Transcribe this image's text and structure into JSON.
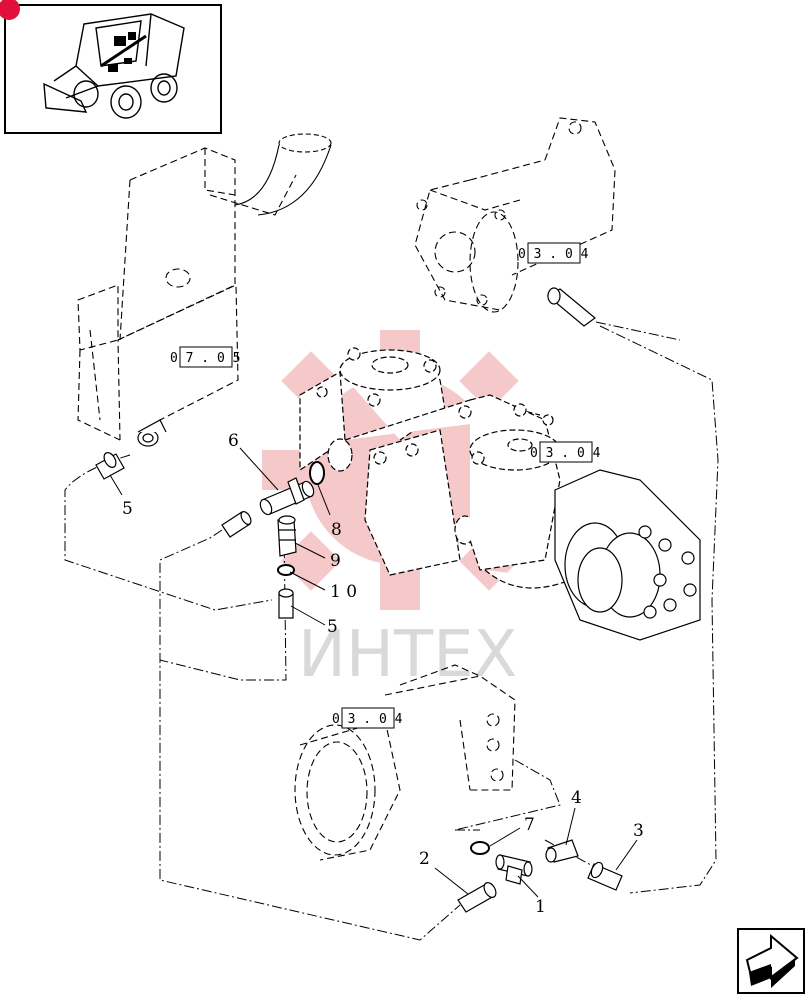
{
  "callouts": [
    "1",
    "2",
    "3",
    "4",
    "5",
    "5",
    "6",
    "7",
    "8",
    "9",
    "1 0"
  ],
  "refs": [
    "0 3 . 0 4",
    "0 7 . 0 5",
    "0 3 . 0 4",
    "0 3 . 0 4"
  ],
  "watermark": "ИНТЕХ",
  "colors": {
    "watermark": "#f2b8b8",
    "badge": "#e0103a",
    "line": "#000000"
  },
  "icons": {
    "thumbnail": "skid-steer-loader-icon",
    "nav": "next-page-arrow-icon"
  }
}
